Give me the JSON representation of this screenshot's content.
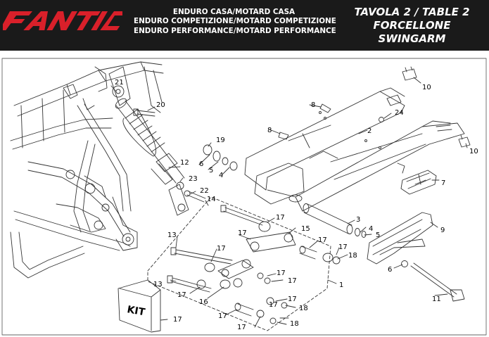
{
  "header": {
    "brand": "FANTIC",
    "models": [
      "ENDURO CASA/MOTARD CASA",
      "ENDURO COMPETIZIONE/MOTARD COMPETIZIONE",
      "ENDURO PERFORMANCE/MOTARD PERFORMANCE"
    ],
    "table_title": [
      "TAVOLA 2 / TABLE 2",
      "FORCELLONE",
      "SWINGARM"
    ]
  },
  "colors": {
    "header_bg": "#1a1a1a",
    "brand_red": "#d9202a",
    "line": "#333333"
  },
  "diagram": {
    "kit_label": "KIT",
    "callouts": [
      "21",
      "20",
      "19",
      "6",
      "5",
      "4",
      "12",
      "23",
      "22",
      "14",
      "8",
      "8",
      "2",
      "24",
      "10",
      "10",
      "7",
      "3",
      "4",
      "5",
      "9",
      "6",
      "11",
      "17",
      "17",
      "15",
      "17",
      "17",
      "17",
      "18",
      "13",
      "17",
      "17",
      "17",
      "13",
      "17",
      "16",
      "17",
      "18",
      "17",
      "17",
      "18",
      "1",
      "17"
    ]
  }
}
